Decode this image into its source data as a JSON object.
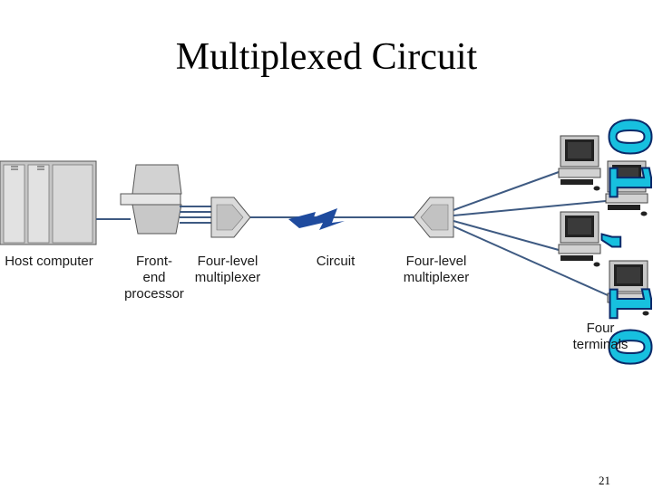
{
  "slide": {
    "title": "Multiplexed Circuit",
    "brand_text": "01 , 10",
    "page_number": "21"
  },
  "labels": {
    "host_computer": "Host computer",
    "front_end_processor": [
      "Front-",
      "end",
      "processor"
    ],
    "mux_left": [
      "Four-level",
      "multiplexer"
    ],
    "circuit": "Circuit",
    "mux_right": [
      "Four-level",
      "multiplexer"
    ],
    "terminals": [
      "Four",
      "terminals"
    ]
  },
  "colors": {
    "line": "#3e5a82",
    "lightning": "#1f4b9e",
    "device_gray": "#d2d2d2",
    "brand_fill": "#17c0df",
    "brand_stroke": "#0a2a6a"
  }
}
